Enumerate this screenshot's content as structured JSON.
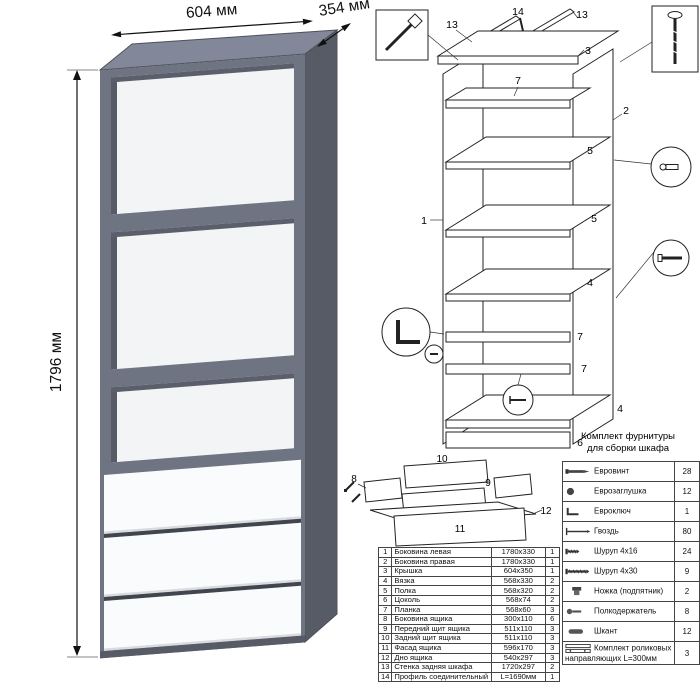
{
  "dimensions": {
    "width": "604 мм",
    "depth": "354 мм",
    "height": "1796 мм"
  },
  "exploded": {
    "part_labels": [
      "13",
      "14",
      "13",
      "3",
      "7",
      "2",
      "1",
      "5",
      "5",
      "4",
      "7",
      "7",
      "6",
      "4"
    ],
    "drawer_labels": [
      "10",
      "8",
      "9",
      "12",
      "11"
    ]
  },
  "parts_table": {
    "rows": [
      {
        "num": "1",
        "name": "Боковина левая",
        "size": "1780x330",
        "qty": "1"
      },
      {
        "num": "2",
        "name": "Боковина правая",
        "size": "1780x330",
        "qty": "1"
      },
      {
        "num": "3",
        "name": "Крышка",
        "size": "604x350",
        "qty": "1"
      },
      {
        "num": "4",
        "name": "Вязка",
        "size": "568x330",
        "qty": "2"
      },
      {
        "num": "5",
        "name": "Полка",
        "size": "568x320",
        "qty": "2"
      },
      {
        "num": "6",
        "name": "Цоколь",
        "size": "568x74",
        "qty": "2"
      },
      {
        "num": "7",
        "name": "Планка",
        "size": "568x60",
        "qty": "3"
      },
      {
        "num": "8",
        "name": "Боковина ящика",
        "size": "300x110",
        "qty": "6"
      },
      {
        "num": "9",
        "name": "Передний щит ящика",
        "size": "511x110",
        "qty": "3"
      },
      {
        "num": "10",
        "name": "Задний щит ящика",
        "size": "511x110",
        "qty": "3"
      },
      {
        "num": "11",
        "name": "Фасад ящика",
        "size": "596x170",
        "qty": "3"
      },
      {
        "num": "12",
        "name": "Дно ящика",
        "size": "540x297",
        "qty": "3"
      },
      {
        "num": "13",
        "name": "Стенка задняя шкафа",
        "size": "1720x297",
        "qty": "2"
      },
      {
        "num": "14",
        "name": "Профиль соединительный",
        "size": "L=1690мм",
        "qty": "1"
      }
    ]
  },
  "hardware": {
    "title_line1": "Комплект фурнитуры",
    "title_line2": "для сборки шкафа",
    "items": [
      {
        "icon": "confirmat-screw-icon",
        "name": "Евровинт",
        "qty": "28"
      },
      {
        "icon": "cap-icon",
        "name": "Еврозаглушка",
        "qty": "12"
      },
      {
        "icon": "hex-key-icon",
        "name": "Евроключ",
        "qty": "1"
      },
      {
        "icon": "nail-icon",
        "name": "Гвоздь",
        "qty": "80"
      },
      {
        "icon": "screw-short-icon",
        "name": "Шуруп 4x16",
        "qty": "24"
      },
      {
        "icon": "screw-long-icon",
        "name": "Шуруп 4x30",
        "qty": "9"
      },
      {
        "icon": "leg-icon",
        "name": "Ножка (подпятник)",
        "qty": "2"
      },
      {
        "icon": "shelf-support-icon",
        "name": "Полкодержатель",
        "qty": "8"
      },
      {
        "icon": "dowel-icon",
        "name": "Шкант",
        "qty": "12"
      },
      {
        "icon": "rails-icon",
        "name": "Комплект роликовых направляющих L=300мм",
        "qty": "3"
      }
    ]
  },
  "colors": {
    "carcass_front": "#6e7482",
    "carcass_side": "#565b66",
    "carcass_top": "#828899",
    "interior_white": "#f3f4f6",
    "drawer_white": "#fafbfc",
    "line_black": "#222222"
  }
}
